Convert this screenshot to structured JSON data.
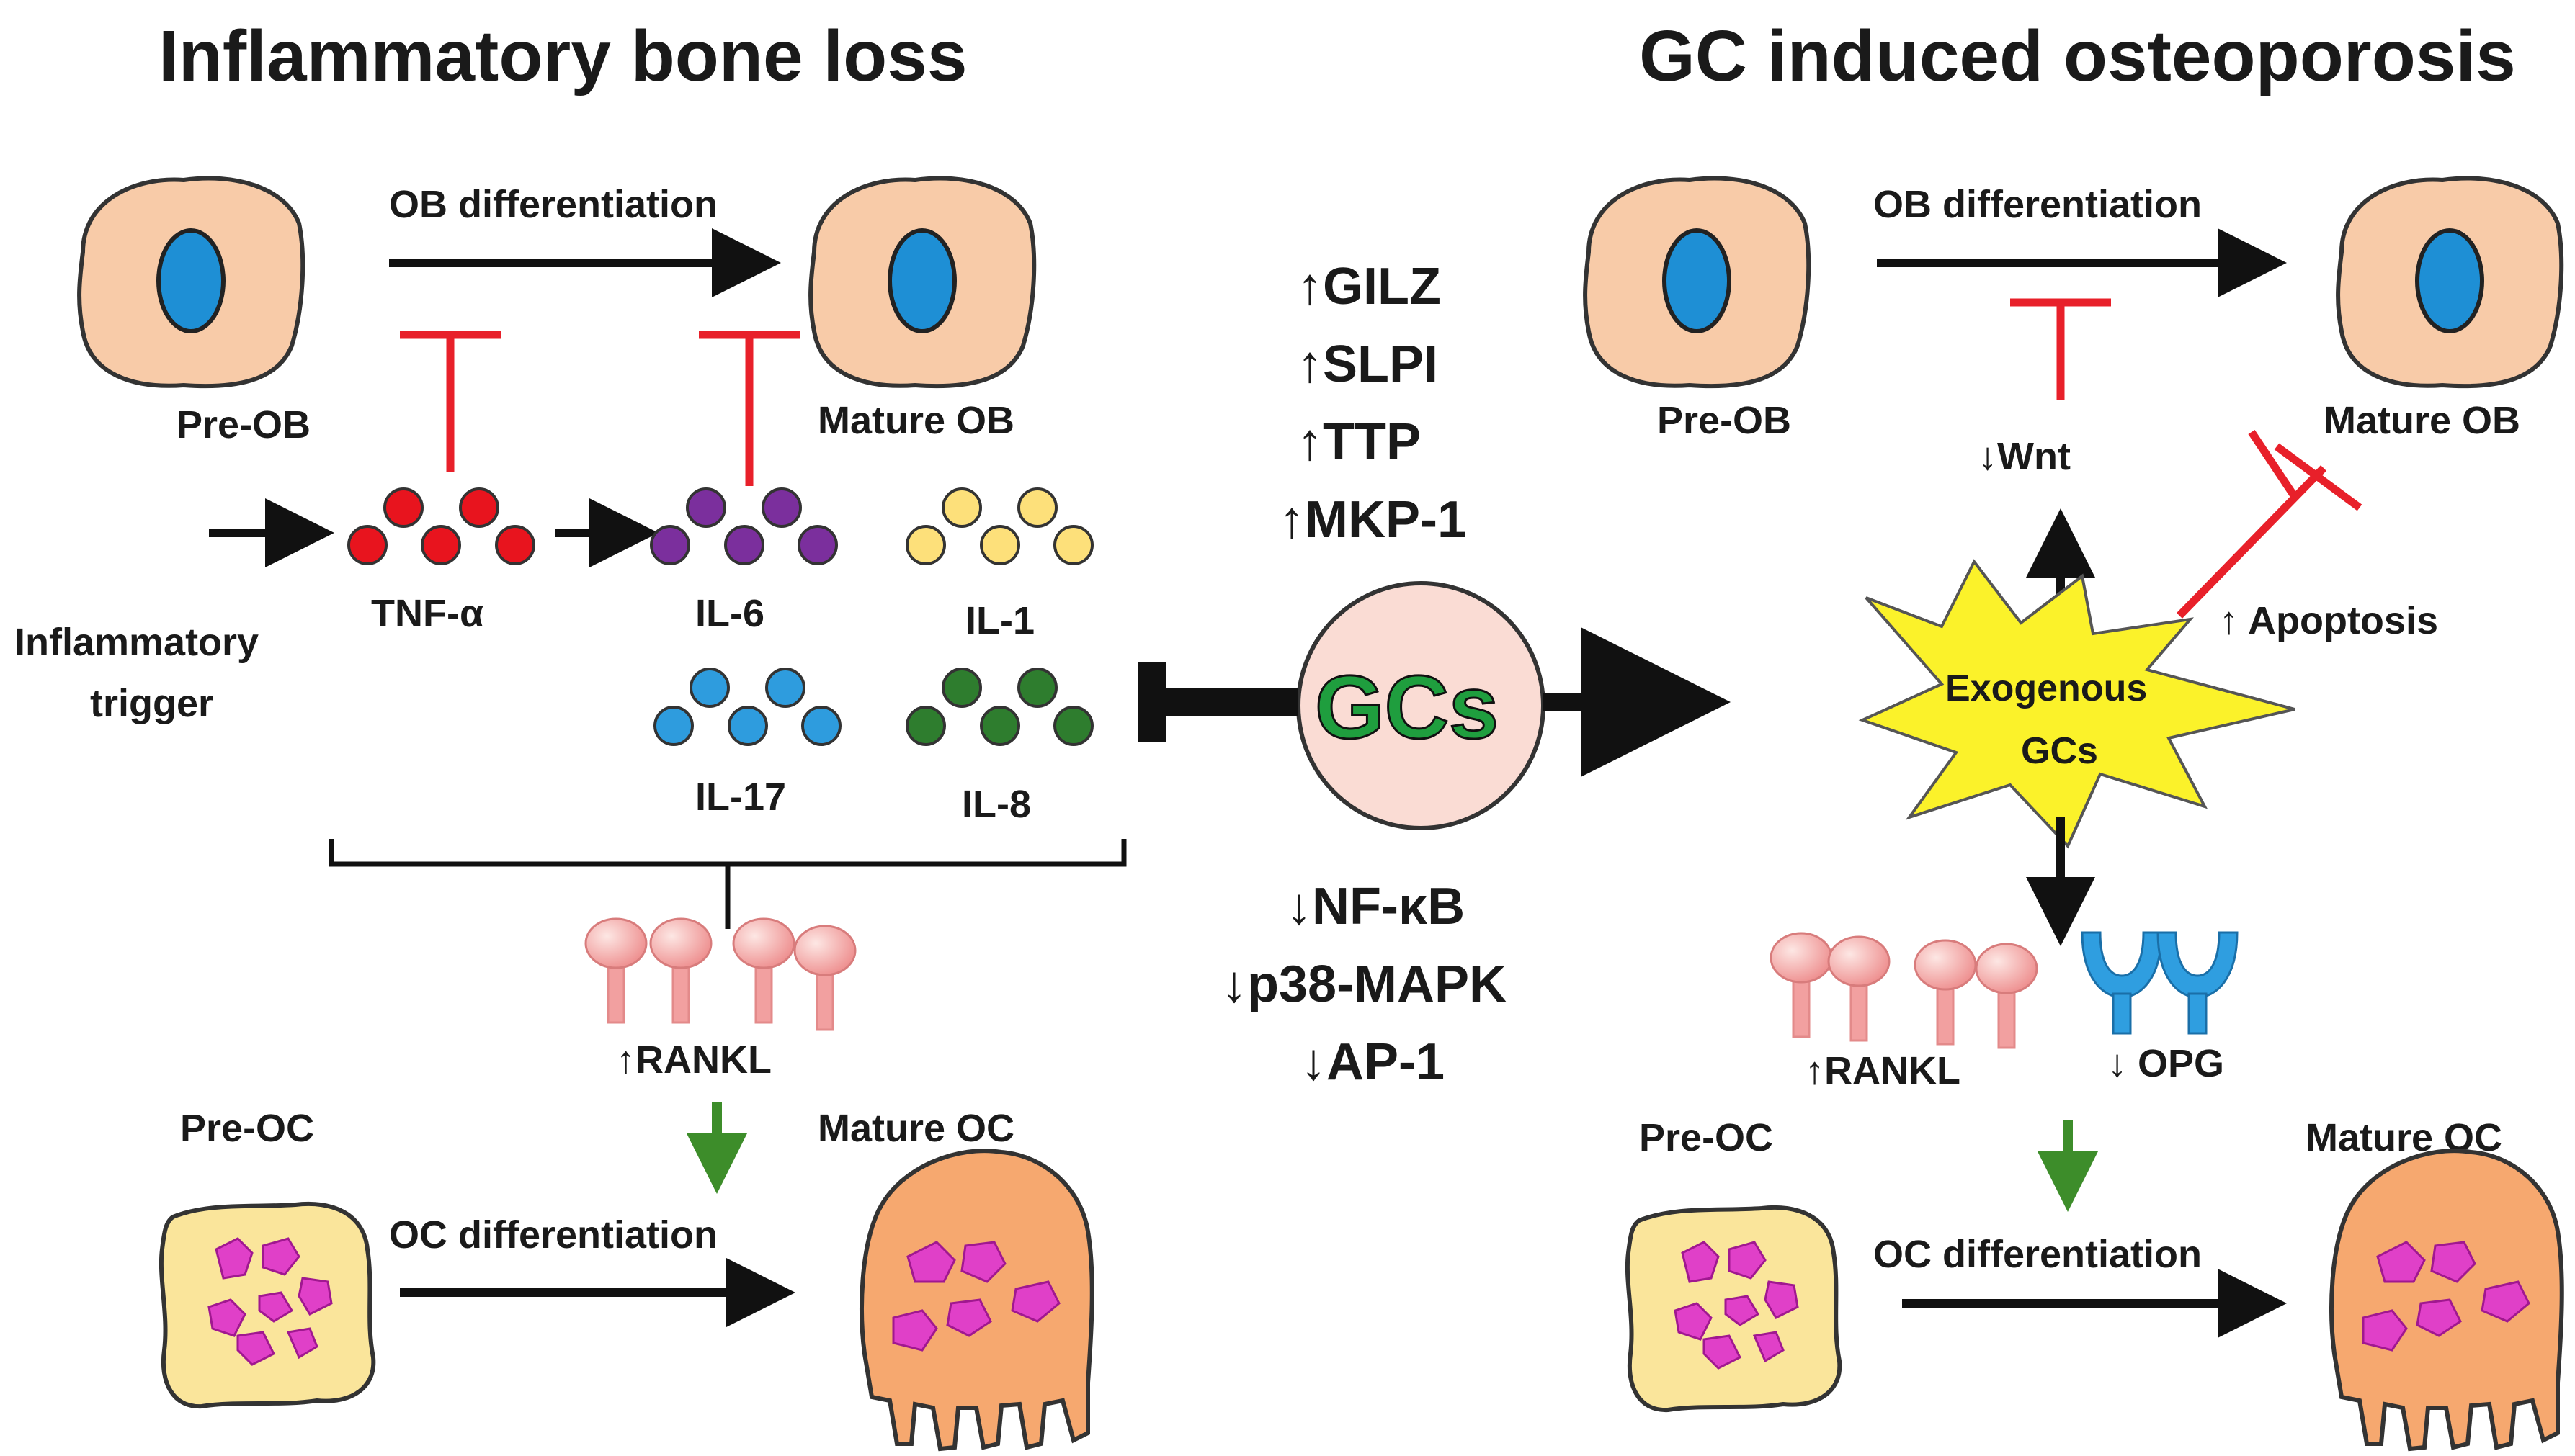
{
  "titles": {
    "left": "Inflammatory bone loss",
    "right": "GC induced osteoporosis"
  },
  "left": {
    "ob_differentiation": "OB differentiation",
    "pre_ob": "Pre-OB",
    "mature_ob": "Mature OB",
    "inflammatory_trigger_line1": "Inflammatory",
    "inflammatory_trigger_line2": "trigger",
    "cytokines": {
      "tnf": "TNF-α",
      "il6": "IL-6",
      "il1": "IL-1",
      "il17": "IL-17",
      "il8": "IL-8"
    },
    "rankl": "↑RANKL",
    "pre_oc": "Pre-OC",
    "mature_oc": "Mature OC",
    "oc_differentiation": "OC differentiation"
  },
  "center": {
    "up": [
      "↑GILZ",
      "↑SLPI",
      "↑TTP",
      "↑MKP-1"
    ],
    "gcs": "GCs",
    "down": [
      "↓NF-κB",
      "↓p38-MAPK",
      "↓AP-1"
    ]
  },
  "right": {
    "ob_differentiation": "OB differentiation",
    "pre_ob": "Pre-OB",
    "mature_ob": "Mature OB",
    "wnt": "↓Wnt",
    "apoptosis": "↑ Apoptosis",
    "exogenous_line1": "Exogenous",
    "exogenous_line2": "GCs",
    "rankl": "↑RANKL",
    "opg": "↓ OPG",
    "pre_oc": "Pre-OC",
    "mature_oc": "Mature OC",
    "oc_differentiation": "OC differentiation"
  },
  "colors": {
    "cell_fill": "#f8cba8",
    "nucleus": "#1e8fd5",
    "inhibit_red": "#e8202a",
    "green_arrow": "#3d8d2a",
    "tnf": "#e8141e",
    "il6": "#7b2f9d",
    "il1": "#fde07a",
    "il17": "#2e9cde",
    "il8": "#2e7d2e",
    "gcs_circle": "#fadcd4",
    "gcs_text": "#1f9e3e",
    "exogenous_star": "#fbf22a",
    "rankl": "#f2a0a0",
    "opg": "#2f9ee0",
    "preoc_fill": "#fae59b",
    "oc_granule": "#e040c8",
    "mature_oc_fill": "#f6a86f"
  }
}
